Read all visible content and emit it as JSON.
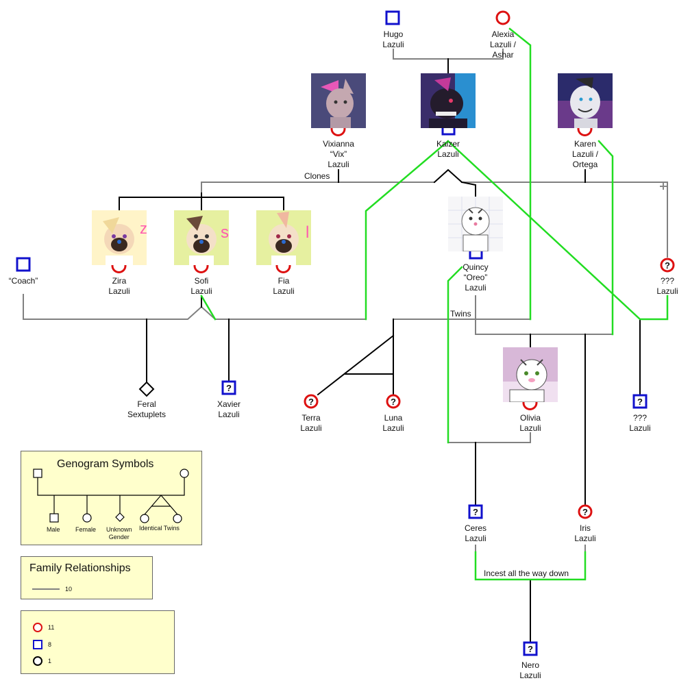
{
  "people": {
    "hugo": [
      "Hugo",
      "Lazuli"
    ],
    "alexia": [
      "Alexia",
      "Lazuli /",
      "Ashar"
    ],
    "vixianna": [
      "Vixianna",
      "“Vix”",
      "Lazuli"
    ],
    "kaizer": [
      "Kaizer",
      "Lazuli"
    ],
    "karen": [
      "Karen",
      "Lazuli /",
      "Ortega"
    ],
    "zira": [
      "Zira",
      "Lazuli"
    ],
    "sofi": [
      "Sofi",
      "Lazuli"
    ],
    "fia": [
      "Fia",
      "Lazuli"
    ],
    "quincy": [
      "Quincy",
      "“Oreo”",
      "Lazuli"
    ],
    "coach": [
      "“Coach”"
    ],
    "unknown_female": [
      "???",
      "Lazuli"
    ],
    "feral": [
      "Feral",
      "Sextuplets"
    ],
    "xavier": [
      "Xavier",
      "Lazuli"
    ],
    "terra": [
      "Terra",
      "Lazuli"
    ],
    "luna": [
      "Luna",
      "Lazuli"
    ],
    "olivia": [
      "Olivia",
      "Lazuli"
    ],
    "unknown_male": [
      "???",
      "Lazuli"
    ],
    "ceres": [
      "Ceres",
      "Lazuli"
    ],
    "iris": [
      "Iris",
      "Lazuli"
    ],
    "nero": [
      "Nero",
      "Lazuli"
    ]
  },
  "relation_labels": {
    "clones": "Clones",
    "twins": "Twins",
    "incest": "Incest all the way down"
  },
  "unknown_mark": "?",
  "legend_symbols": {
    "title": "Genogram Symbols",
    "male": "Male",
    "female": "Female",
    "unknown_gender": [
      "Unknown",
      "Gender"
    ],
    "twins": "Identical Twins"
  },
  "legend_relationships": {
    "title": "Family Relationships",
    "count": "10"
  },
  "legend_counts": {
    "female": "11",
    "male": "8",
    "unknown": "1"
  },
  "colors": {
    "female": "#dd1111",
    "male": "#1111cc",
    "marriage_line": "#808080",
    "child_line": "#000000",
    "relationship_line": "#22dd22",
    "legend_bg": "#ffffcc"
  },
  "icons": {
    "male": "square-icon",
    "female": "circle-icon",
    "unknown": "diamond-icon"
  }
}
